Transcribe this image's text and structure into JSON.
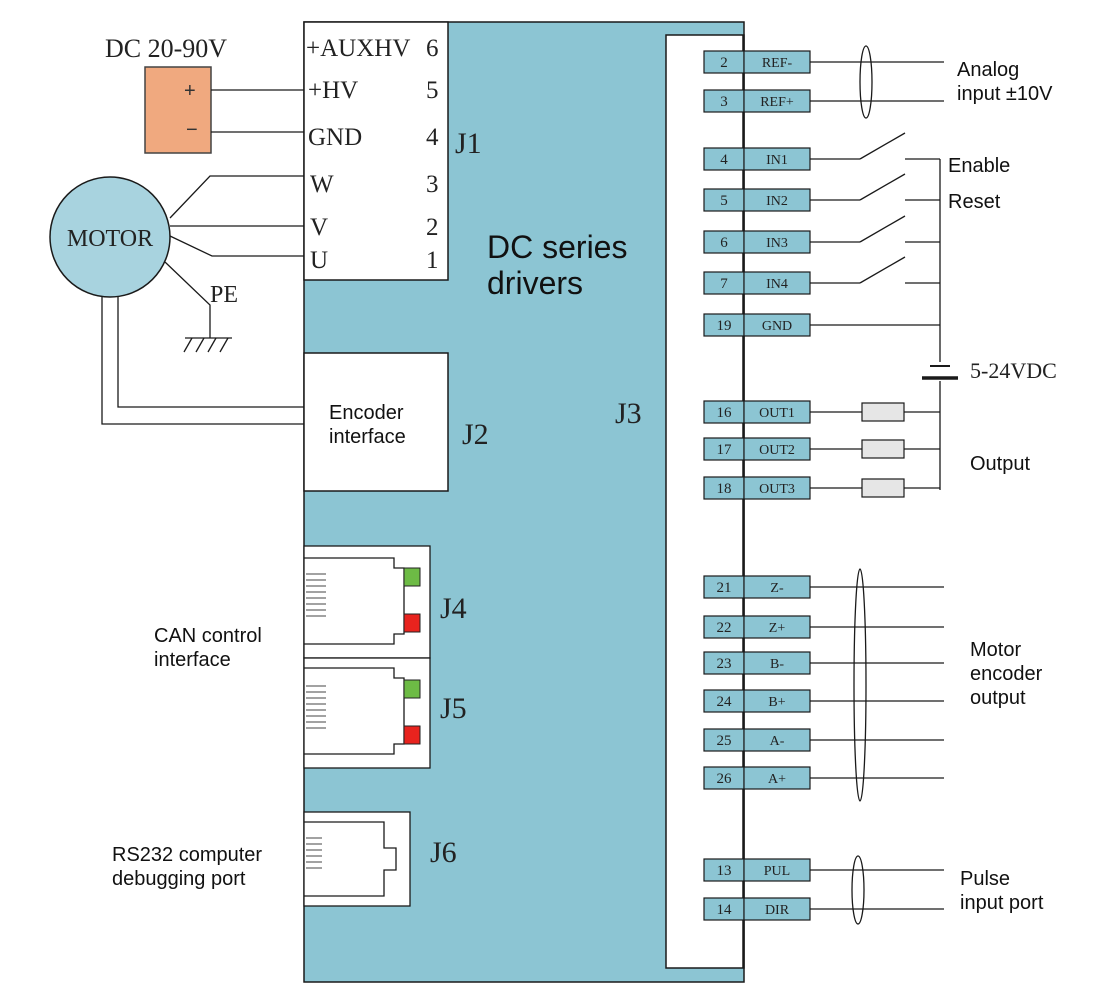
{
  "power_supply": {
    "label": "DC 20-90V",
    "plus": "+",
    "minus": "−"
  },
  "j1": {
    "id": "J1",
    "pins": [
      {
        "name": "+AUXHV",
        "num": "6"
      },
      {
        "name": "+HV",
        "num": "5"
      },
      {
        "name": "GND",
        "num": "4"
      },
      {
        "name": "W",
        "num": "3"
      },
      {
        "name": "V",
        "num": "2"
      },
      {
        "name": "U",
        "num": "1"
      }
    ]
  },
  "motor": {
    "label": "MOTOR",
    "pe_label": "PE"
  },
  "driver": {
    "title_line1": "DC series",
    "title_line2": "drivers"
  },
  "j2": {
    "id": "J2",
    "label_line1": "Encoder",
    "label_line2": "interface"
  },
  "j3": {
    "id": "J3"
  },
  "j4": {
    "id": "J4"
  },
  "j5": {
    "id": "J5"
  },
  "j6": {
    "id": "J6"
  },
  "can": {
    "label_line1": "CAN control",
    "label_line2": "interface"
  },
  "rs232": {
    "label_line1": "RS232 computer",
    "label_line2": "debugging port"
  },
  "terminals": [
    {
      "num": "2",
      "name": "REF-"
    },
    {
      "num": "3",
      "name": "REF+"
    },
    {
      "num": "4",
      "name": "IN1"
    },
    {
      "num": "5",
      "name": "IN2"
    },
    {
      "num": "6",
      "name": "IN3"
    },
    {
      "num": "7",
      "name": "IN4"
    },
    {
      "num": "19",
      "name": "GND"
    },
    {
      "num": "16",
      "name": "OUT1"
    },
    {
      "num": "17",
      "name": "OUT2"
    },
    {
      "num": "18",
      "name": "OUT3"
    },
    {
      "num": "21",
      "name": "Z-"
    },
    {
      "num": "22",
      "name": "Z+"
    },
    {
      "num": "23",
      "name": "B-"
    },
    {
      "num": "24",
      "name": "B+"
    },
    {
      "num": "25",
      "name": "A-"
    },
    {
      "num": "26",
      "name": "A+"
    },
    {
      "num": "13",
      "name": "PUL"
    },
    {
      "num": "14",
      "name": "DIR"
    }
  ],
  "labels": {
    "analog_line1": "Analog",
    "analog_line2": "input ±10V",
    "enable": "Enable",
    "reset": "Reset",
    "vdc": "5-24VDC",
    "output": "Output",
    "encoder_out_line1": "Motor",
    "encoder_out_line2": "encoder",
    "encoder_out_line3": "output",
    "pulse_line1": "Pulse",
    "pulse_line2": "input port"
  },
  "colors": {
    "driver_fill": "#8cc5d3",
    "power_fill": "#f0a97f",
    "motor_fill": "#a8d3df",
    "led_green": "#6dbb45",
    "led_red": "#e8231e",
    "resistor_fill": "#e6e6e6"
  }
}
